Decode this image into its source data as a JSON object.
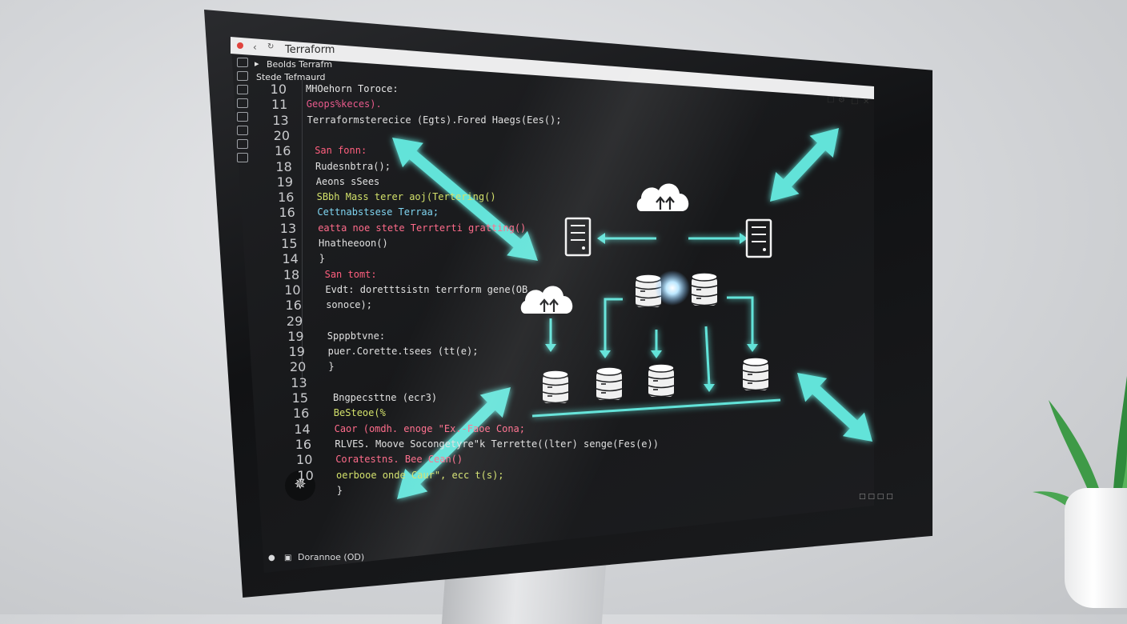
{
  "window": {
    "title": "Terraform"
  },
  "tab": {
    "label": "Beolds Terrafm"
  },
  "breadcrumb": "Stede Tefmaurd",
  "status_bar": {
    "label": "Dorannoe (OD)"
  },
  "code_lines": [
    {
      "n": "10",
      "text": "MHOehorn Toroce:",
      "color": "#e8e8e8"
    },
    {
      "n": "11",
      "text": "Geops%keces).",
      "color": "#e85a8c"
    },
    {
      "n": "13",
      "text": "Terraformsterecice (Egts).Fored Haegs(Ees();",
      "color": "#e0e0e0"
    },
    {
      "n": "20",
      "text": "",
      "color": "#e0e0e0"
    },
    {
      "n": "16",
      "text": "San fonn:",
      "color": "#ff5f7e"
    },
    {
      "n": "18",
      "text": "Rudesnbtra();",
      "color": "#e0e0e0"
    },
    {
      "n": "19",
      "text": "Aeons sSees",
      "color": "#e0e0e0"
    },
    {
      "n": "16",
      "text": "SBbh  Mass terer aoj(Tertering()",
      "color": "#d2e06a"
    },
    {
      "n": "16",
      "text": "Cettnabstsese Terraa;",
      "color": "#7fd4f0"
    },
    {
      "n": "13",
      "text": "eatta  noe stete Terrterti gratting()",
      "color": "#ff6b8a"
    },
    {
      "n": "15",
      "text": "Hnatheeoon()",
      "color": "#e0e0e0"
    },
    {
      "n": "14",
      "text": "}",
      "color": "#e0e0e0"
    },
    {
      "n": "18",
      "text": "San tomt:",
      "color": "#ff5f7e"
    },
    {
      "n": "10",
      "text": "Evdt:  doretttsistn terrform gene(OB",
      "color": "#e0e0e0"
    },
    {
      "n": "16",
      "text": "sonoce);",
      "color": "#e0e0e0"
    },
    {
      "n": "29",
      "text": "",
      "color": "#e0e0e0"
    },
    {
      "n": "19",
      "text": "Spppbtvne:",
      "color": "#e0e0e0"
    },
    {
      "n": "19",
      "text": "puer.Corette.tsees (tt(e);",
      "color": "#e0e0e0"
    },
    {
      "n": "20",
      "text": "}",
      "color": "#e0e0e0"
    },
    {
      "n": "13",
      "text": "",
      "color": "#e0e0e0"
    },
    {
      "n": "15",
      "text": "Bngpecsttne (ecr3)",
      "color": "#e0e0e0"
    },
    {
      "n": "16",
      "text": "BeSteoe(%",
      "color": "#d2e06a"
    },
    {
      "n": "14",
      "text": "Caor (omdh. enoge \"Ex.-Faoe Cona;",
      "color": "#ff6b8a"
    },
    {
      "n": "16",
      "text": "RLVES. Moove Socongetyre\"k Terrette((lter) senge(Fes(e))",
      "color": "#e0e0e0"
    },
    {
      "n": "10",
      "text": "Coratestns. Bee Cean()",
      "color": "#ff6b8a"
    },
    {
      "n": "10",
      "text": "oerbooe onde Caur\", ecc t(s);",
      "color": "#d2e06a"
    },
    {
      "n": "",
      "text": "}",
      "color": "#e0e0e0"
    }
  ],
  "diagram": {
    "accent_color": "#4fd8d0",
    "nodes": [
      "cloud-icon",
      "server-icon",
      "server-icon",
      "database-icon",
      "database-icon",
      "cloud-icon",
      "database-icon",
      "database-icon",
      "database-icon",
      "database-icon"
    ]
  }
}
